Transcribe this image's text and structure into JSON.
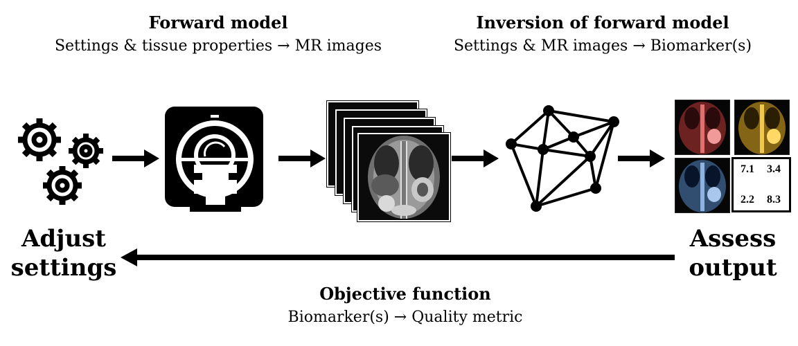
{
  "forward": {
    "title": "Forward model",
    "subtitle": "Settings & tissue properties → MR images"
  },
  "inversion": {
    "title": "Inversion of forward model",
    "subtitle": "Settings & MR images → Biomarker(s)"
  },
  "adjust": {
    "line1": "Adjust",
    "line2": "settings"
  },
  "assess": {
    "line1": "Assess",
    "line2": "output",
    "values": [
      "7.1",
      "3.4",
      "2.2",
      "8.3"
    ]
  },
  "objective": {
    "title": "Objective function",
    "subtitle": "Biomarker(s) → Quality metric"
  },
  "icons": [
    "gears-icon",
    "mri-scanner-icon",
    "mr-image-stack-icon",
    "network-graph-icon",
    "biomarker-maps-icon"
  ],
  "colors": {
    "arrow": "#000000",
    "red_map": "#c23a3a",
    "yellow_map": "#d9a520",
    "blue_map": "#4f7fb8"
  }
}
